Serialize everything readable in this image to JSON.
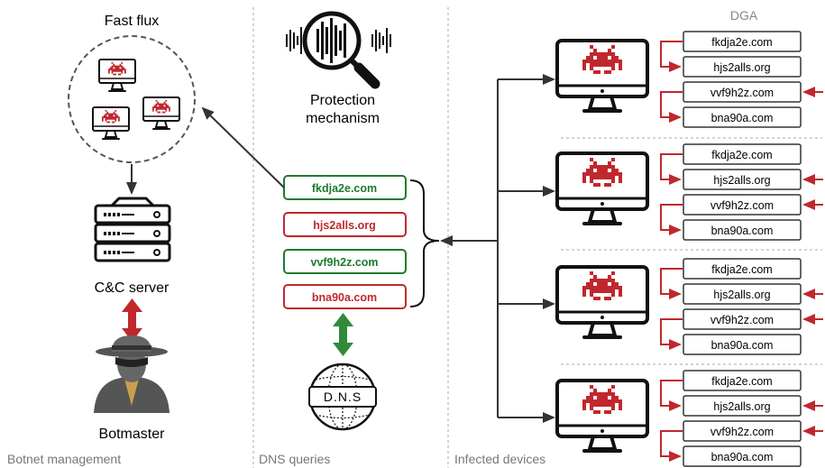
{
  "sections": {
    "botnet": "Botnet management",
    "dns": "DNS queries",
    "infected": "Infected devices"
  },
  "left": {
    "fast_flux_label": "Fast flux",
    "cc_label": "C&C server",
    "botmaster_label": "Botmaster"
  },
  "middle": {
    "protection_line1": "Protection",
    "protection_line2": "mechanism",
    "queries": [
      {
        "domain": "fkdja2e.com",
        "status": "resolved"
      },
      {
        "domain": "hjs2alls.org",
        "status": "failed"
      },
      {
        "domain": "vvf9h2z.com",
        "status": "resolved"
      },
      {
        "domain": "bna90a.com",
        "status": "failed"
      }
    ],
    "dns_label": "D.N.S"
  },
  "right": {
    "dga_label": "DGA",
    "domains": [
      "fkdja2e.com",
      "hjs2alls.org",
      "vvf9h2z.com",
      "bna90a.com"
    ]
  },
  "colors": {
    "resolved": "#1e7a2e",
    "failed": "#c0282d",
    "accent_red": "#c0282d",
    "accent_green": "#2e8b3a",
    "line": "#333333",
    "divider": "#aaaaaa"
  }
}
